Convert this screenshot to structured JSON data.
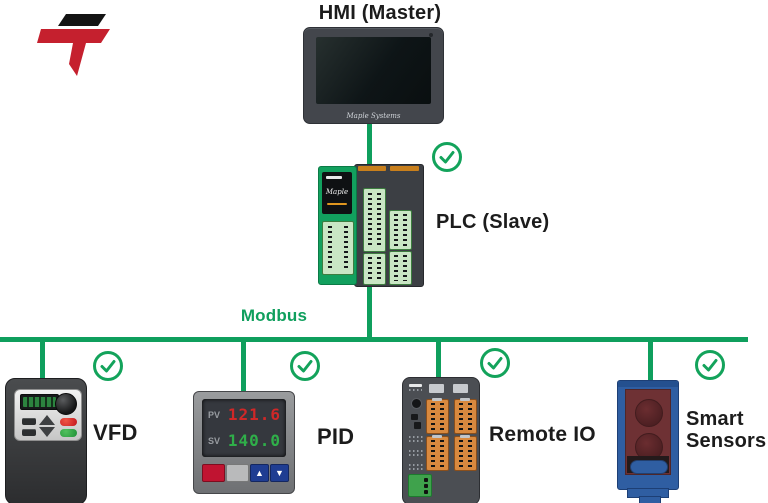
{
  "colors": {
    "bus_green": "#0f9f5d",
    "check_green": "#13a35b",
    "label_text": "#1c1c1c",
    "logo_red": "#c5202e",
    "logo_black": "#141414"
  },
  "labels": {
    "hmi": "HMI (Master)",
    "plc": "PLC (Slave)",
    "bus": "Modbus",
    "vfd": "VFD",
    "pid": "PID",
    "remote_io": "Remote IO",
    "smart_line1": "Smart",
    "smart_line2": "Sensors"
  },
  "hmi": {
    "brand": "Maple Systems"
  },
  "plc": {
    "brand": "Maple"
  },
  "pid": {
    "pv_label": "PV",
    "pv_value": "121.6",
    "sv_label": "SV",
    "sv_value": "140.0",
    "pv_color": "#cf2828",
    "sv_color": "#2fae49",
    "btn_up": "▲",
    "btn_down": "▼"
  }
}
